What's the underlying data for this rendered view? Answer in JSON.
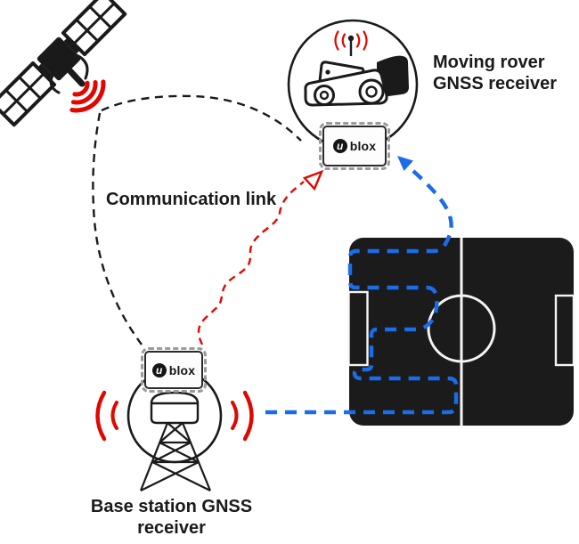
{
  "diagram": {
    "labels": {
      "rover_line1": "Moving rover",
      "rover_line2": "GNSS receiver",
      "comm_link": "Communication link",
      "base_line1": "Base station GNSS",
      "base_line2": "receiver"
    },
    "brand": {
      "logo_letter": "u",
      "logo_text": "blox"
    },
    "colors": {
      "signal_red": "#e10600",
      "path_blue": "#1a6ce8",
      "field_black": "#1b1b1b",
      "line_black": "#1a1a1a",
      "text": "#1a1a1a",
      "module_pin_gray": "#9b9b9b"
    },
    "icons": {
      "satellite": "gnss-satellite-with-solar-panels",
      "satellite_waves": "red-radio-arcs",
      "rover": "robot-lawn-mower-in-circle",
      "base_station": "antenna-lattice-tower-in-circle",
      "field": "black-soccer-pitch-with-white-markings",
      "mowing_path": "blue-dashed-serpentine-route",
      "correction_link": "red-dashed-wavy-arrow",
      "comm_paths": "black-dashed-curves"
    }
  }
}
